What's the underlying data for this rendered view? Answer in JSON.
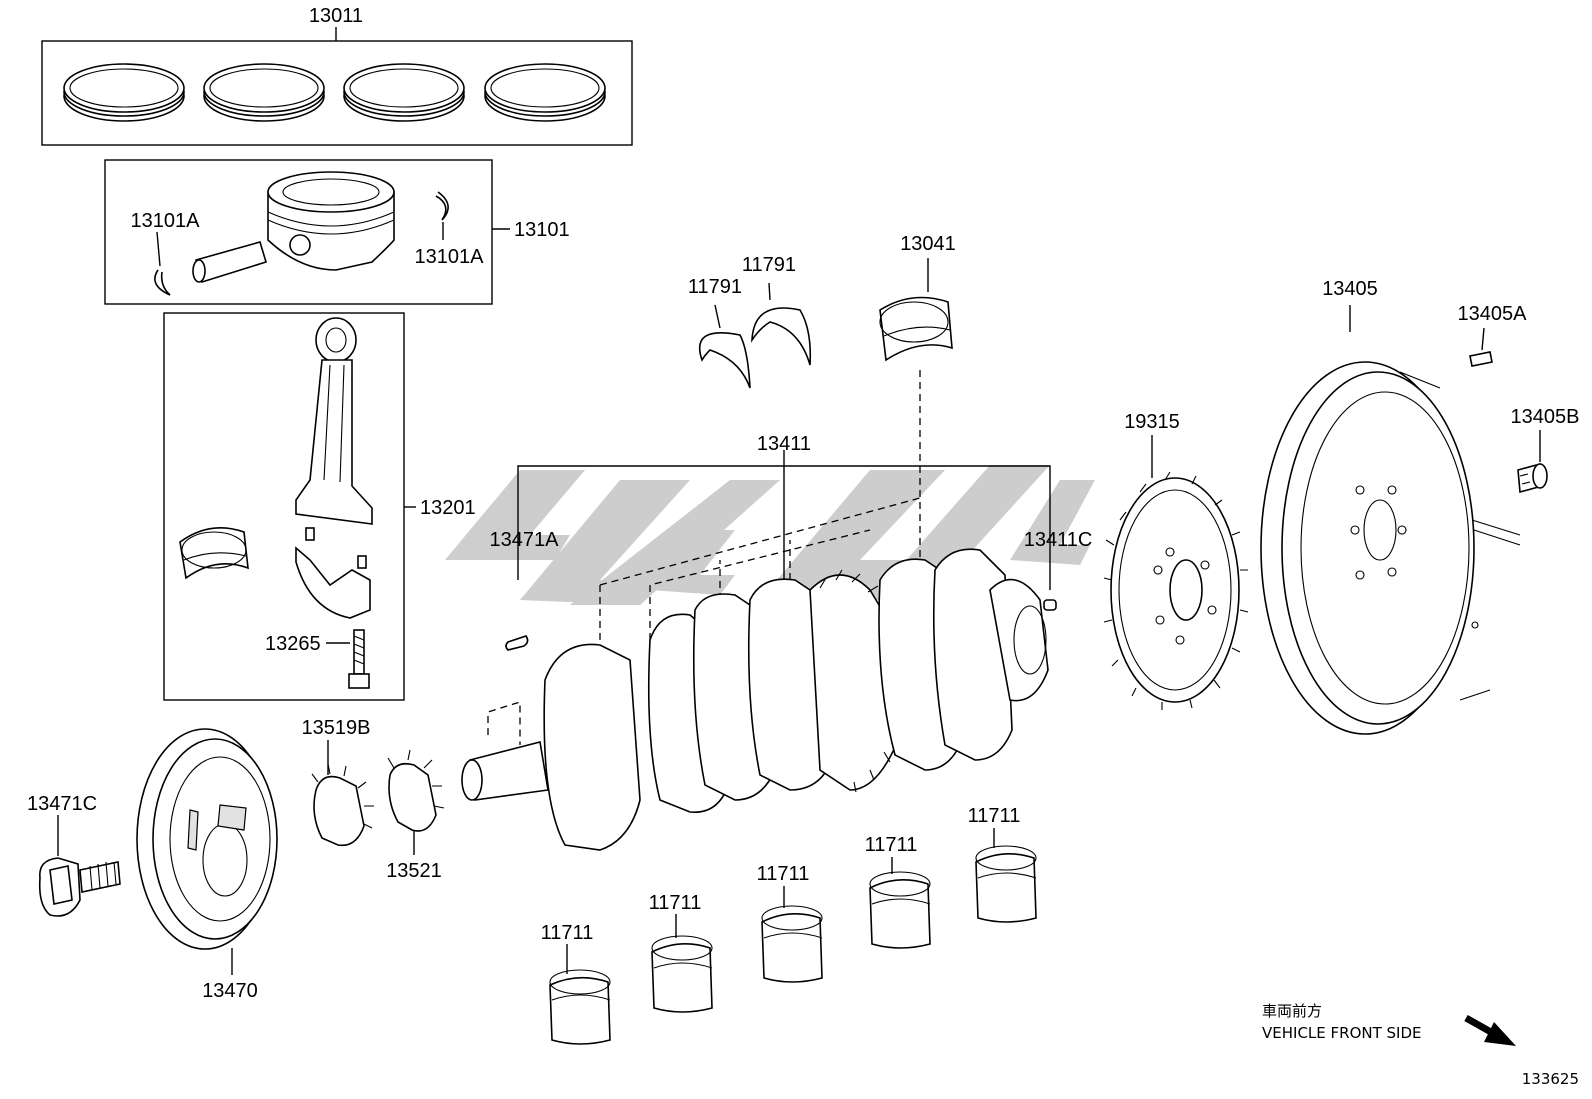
{
  "labels": {
    "p13011": "13011",
    "p13101": "13101",
    "p13101a_left": "13101A",
    "p13101a_right": "13101A",
    "p13201": "13201",
    "p13265": "13265",
    "p11791_a": "11791",
    "p11791_b": "11791",
    "p13041": "13041",
    "p13411": "13411",
    "p13471a": "13471A",
    "p13411c": "13411C",
    "p13405": "13405",
    "p13405a": "13405A",
    "p13405b": "13405B",
    "p19315": "19315",
    "p13519b": "13519B",
    "p13521": "13521",
    "p13471c": "13471C",
    "p13470": "13470",
    "p11711_1": "11711",
    "p11711_2": "11711",
    "p11711_3": "11711",
    "p11711_4": "11711",
    "p11711_5": "11711"
  },
  "direction": {
    "japanese": "車両前方",
    "english": "VEHICLE FRONT SIDE"
  },
  "diagram_id": "133625",
  "icons": {
    "direction_arrow": "arrow-down-right-icon",
    "watermark": "logo-watermark"
  },
  "colors": {
    "line": "#000000",
    "watermark": "#bdbdbd",
    "background": "#ffffff"
  }
}
